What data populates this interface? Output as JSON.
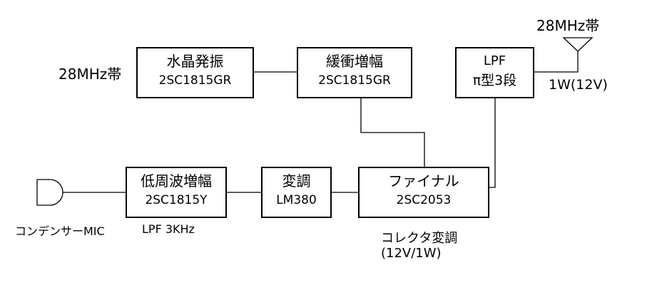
{
  "blocks": {
    "osc": {
      "title": "水晶発振",
      "part": "2SC1815GR"
    },
    "buffer": {
      "title": "緩衝増幅",
      "part": "2SC1815GR"
    },
    "lpf_out": {
      "title": "LPF",
      "part": "π型3段"
    },
    "af_amp": {
      "title": "低周波増幅",
      "part": "2SC1815Y"
    },
    "modulator": {
      "title": "変調",
      "part": "LM380"
    },
    "final": {
      "title": "ファイナル",
      "part": "2SC2053"
    }
  },
  "labels": {
    "band_left": "28MHz帯",
    "band_top": "28MHz帯",
    "output_power": "1W(12V)",
    "mic": "コンデンサーMIC",
    "af_lpf": "LPF 3KHz",
    "collector_mod": "コレクタ変調",
    "final_power": "(12V/1W)"
  }
}
